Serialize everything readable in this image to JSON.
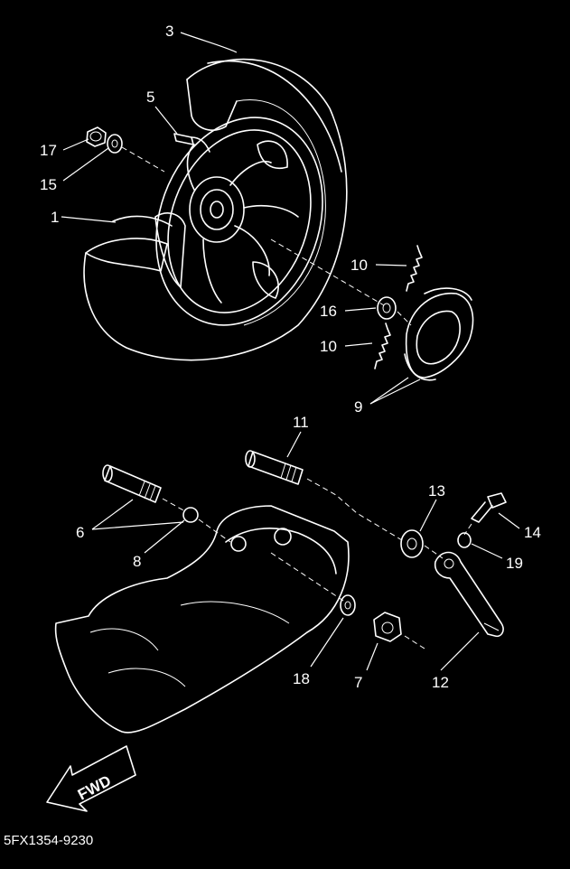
{
  "callouts": [
    {
      "id": "3",
      "text": "3"
    },
    {
      "id": "5",
      "text": "5"
    },
    {
      "id": "17",
      "text": "17"
    },
    {
      "id": "15",
      "text": "15"
    },
    {
      "id": "1",
      "text": "1"
    },
    {
      "id": "10a",
      "text": "10"
    },
    {
      "id": "16",
      "text": "16"
    },
    {
      "id": "10b",
      "text": "10"
    },
    {
      "id": "9",
      "text": "9"
    },
    {
      "id": "11",
      "text": "11"
    },
    {
      "id": "13",
      "text": "13"
    },
    {
      "id": "14",
      "text": "14"
    },
    {
      "id": "6",
      "text": "6"
    },
    {
      "id": "19",
      "text": "19"
    },
    {
      "id": "8",
      "text": "8"
    },
    {
      "id": "18",
      "text": "18"
    },
    {
      "id": "7",
      "text": "7"
    },
    {
      "id": "12",
      "text": "12"
    }
  ],
  "direction_label": "FWD",
  "diagram_code": "5FX1354-9230"
}
